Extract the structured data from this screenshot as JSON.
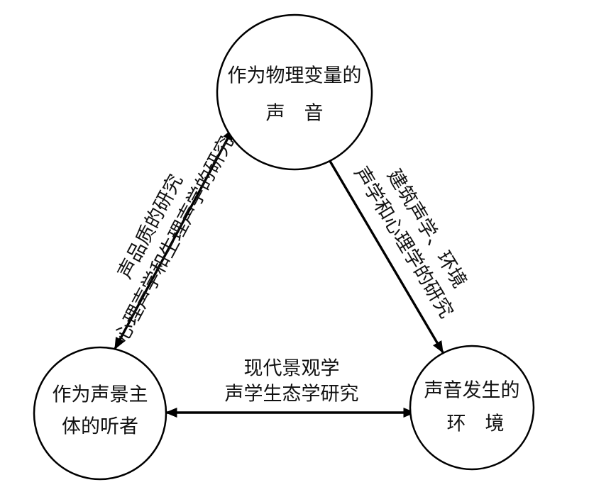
{
  "nodes": {
    "sound": {
      "line1": "作为物理变量的",
      "line2": "声　音"
    },
    "listener": {
      "line1": "作为声景主",
      "line2": "体的听者"
    },
    "environment": {
      "line1": "声音发生的",
      "line2": "环　境"
    }
  },
  "edges": {
    "left": {
      "line1": "声品质的研究",
      "line2": "心理声学和生理声学的研究"
    },
    "right": {
      "line1": "建筑声学、环境",
      "line2": "声学和心理学的研究"
    },
    "bottom": {
      "line1": "现代景观学",
      "line2": "声学生态学研究"
    }
  }
}
